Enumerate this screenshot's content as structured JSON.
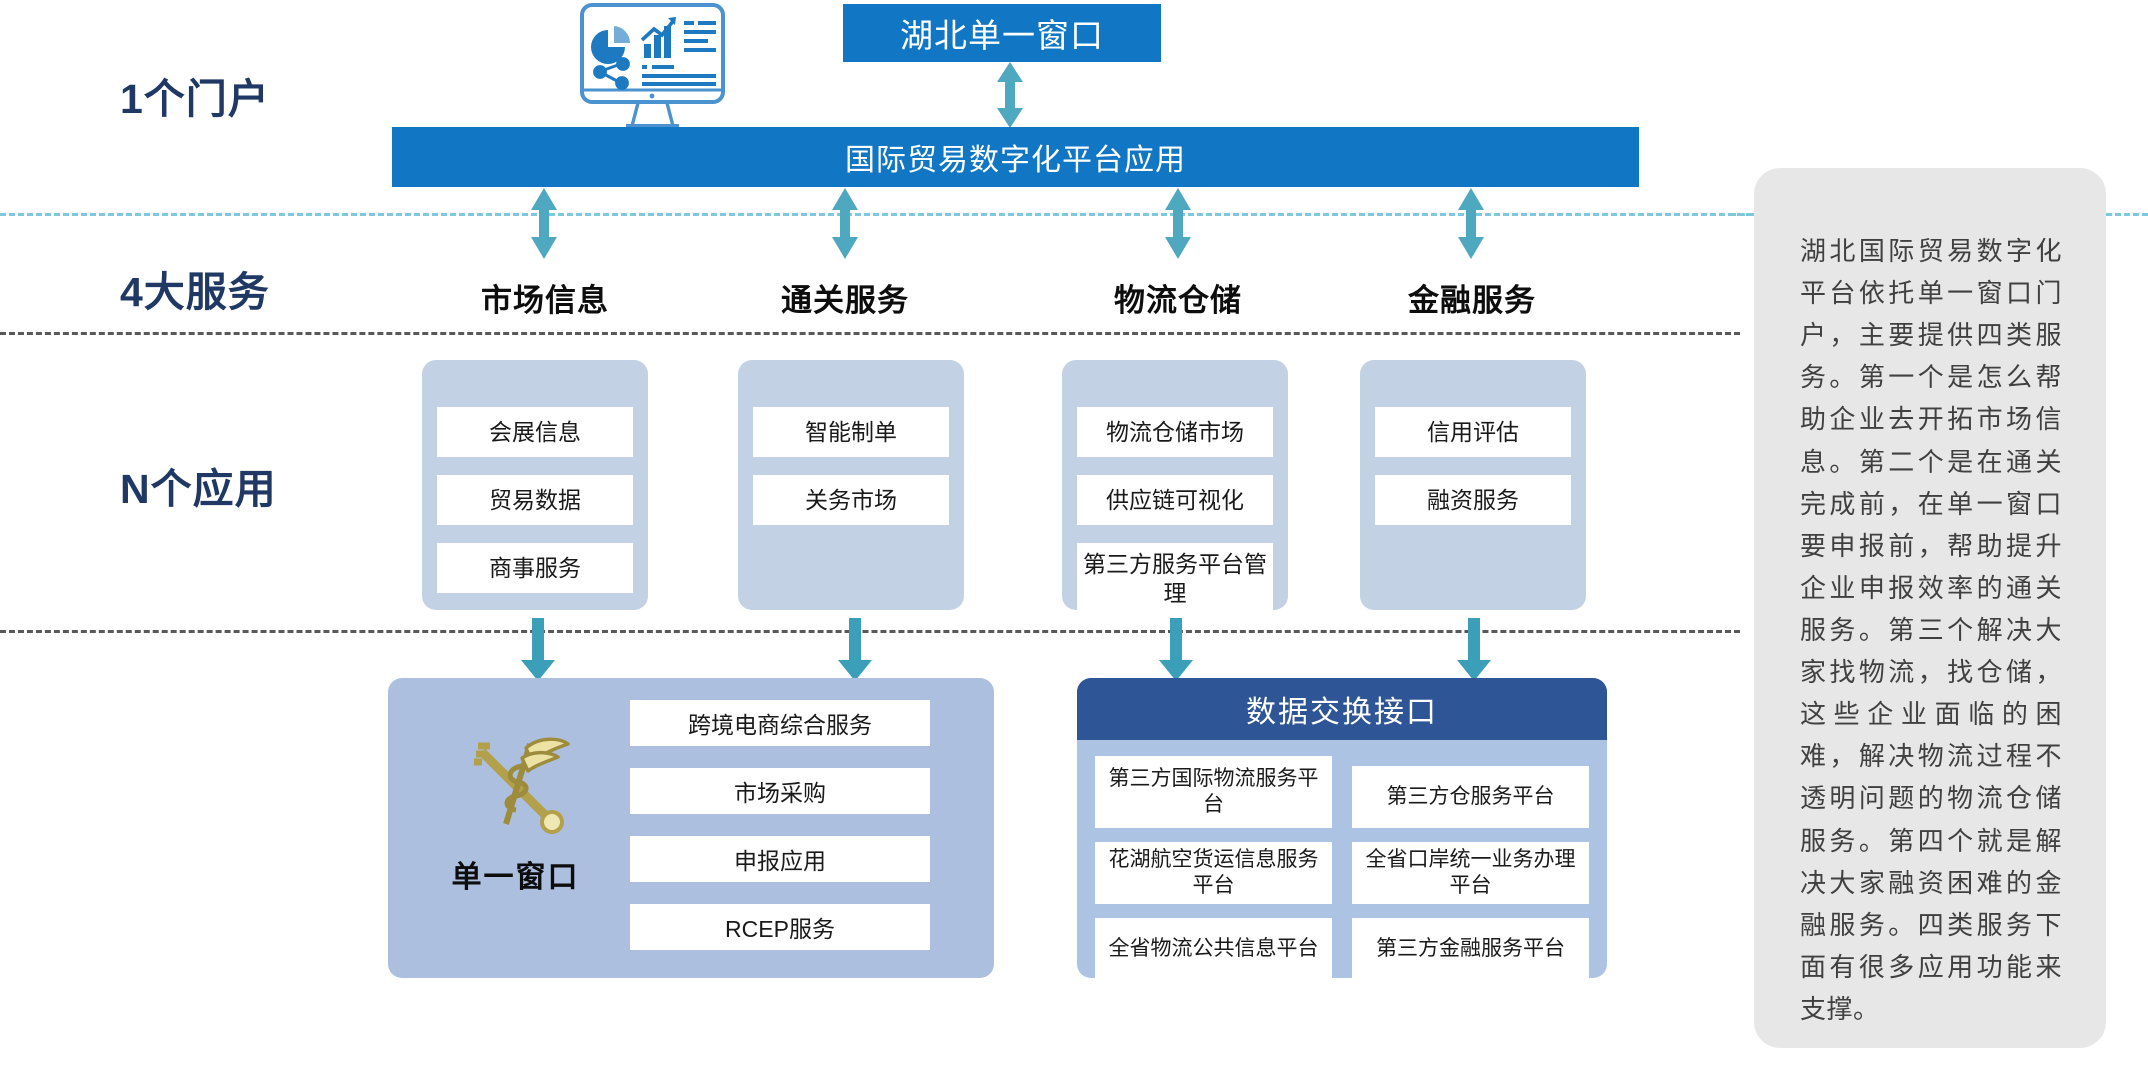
{
  "tiers": [
    {
      "id": "portal",
      "label": "1个门户"
    },
    {
      "id": "service",
      "label": "4大服务"
    },
    {
      "id": "apps",
      "label": "N个应用"
    }
  ],
  "header": {
    "single_window_title": "湖北单一窗口",
    "platform_bar_title": "国际贸易数字化平台应用",
    "monitor_icon": "dashboard-monitor-icon"
  },
  "services": [
    {
      "id": "market",
      "title": "市场信息"
    },
    {
      "id": "customs",
      "title": "通关服务"
    },
    {
      "id": "logistics",
      "title": "物流仓储"
    },
    {
      "id": "finance",
      "title": "金融服务"
    }
  ],
  "app_columns": [
    {
      "id": "market",
      "chips": [
        "会展信息",
        "贸易数据",
        "商事服务"
      ]
    },
    {
      "id": "customs",
      "chips": [
        "智能制单",
        "关务市场"
      ]
    },
    {
      "id": "logistics",
      "chips": [
        "物流仓储市场",
        "供应链可视化",
        "第三方服务平台管理"
      ]
    },
    {
      "id": "finance",
      "chips": [
        "信用评估",
        "融资服务"
      ]
    }
  ],
  "single_window_panel": {
    "badge_icon": "caduceus-key-emblem-icon",
    "badge_label": "单一窗口",
    "chips": [
      "跨境电商综合服务",
      "市场采购",
      "申报应用",
      "RCEP服务"
    ]
  },
  "exchange_panel": {
    "header": "数据交换接口",
    "chips": [
      "第三方国际物流服务平台",
      "第三方仓服务平台",
      "花湖航空货运信息服务平台",
      "全省口岸统一业务办理平台",
      "全省物流公共信息平台",
      "第三方金融服务平台"
    ]
  },
  "side_note": {
    "text": "湖北国际贸易数字化平台依托单一窗口门户，主要提供四类服务。第一个是怎么帮助企业去开拓市场信息。第二个是在通关完成前，在单一窗口要申报前，帮助提升企业申报效率的通关服务。第三个解决大家找物流，找仓储，这些企业面临的困难，解决物流过程不透明问题的物流仓储服务。第四个就是解决大家融资困难的金融服务。四类服务下面有很多应用功能来支撑。"
  },
  "colors": {
    "brand_blue": "#1177c4",
    "navy": "#1f3864",
    "deep_blue": "#2e5596",
    "card_blue": "#c2d1e3",
    "panel_blue": "#adbfdf",
    "exchange_blue": "#adc3e4",
    "arrow_teal": "#3fa3bd",
    "note_gray": "#e7e7e7",
    "sep_cyan": "#7ec8dd",
    "sep_gray": "#595959"
  }
}
